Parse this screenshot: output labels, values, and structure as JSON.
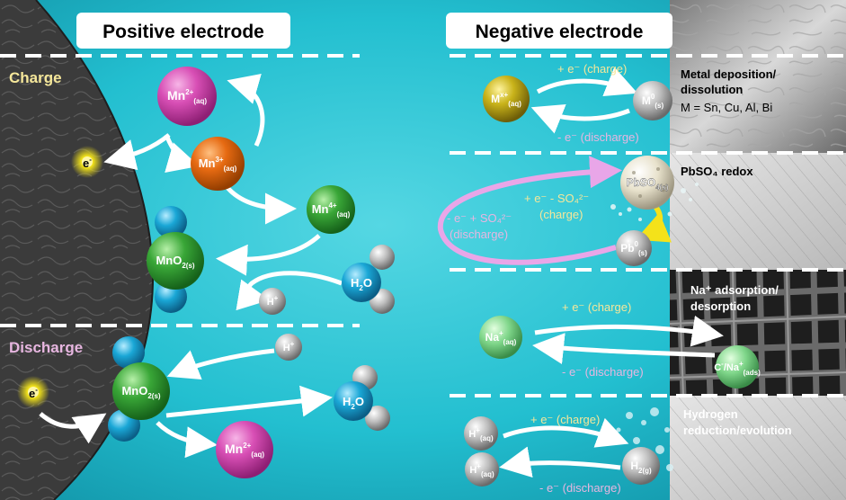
{
  "headers": {
    "positive": "Positive electrode",
    "negative": "Negative electrode"
  },
  "positive": {
    "charge_label": "Charge",
    "discharge_label": "Discharge",
    "electron": {
      "base": "e",
      "sup": "-"
    },
    "charge_species": {
      "mn2": {
        "base": "Mn",
        "sup": "2+",
        "sub": "(aq)"
      },
      "mn3": {
        "base": "Mn",
        "sup": "3+",
        "sub": "(aq)"
      },
      "mn4": {
        "base": "Mn",
        "sup": "4+",
        "sub": "(aq)"
      },
      "mno2": {
        "base": "MnO",
        "sub": "2(s)"
      },
      "h2o": {
        "base": "H",
        "sub": "2",
        "tail": "O"
      },
      "h": {
        "base": "H",
        "sup": "+"
      }
    },
    "discharge_species": {
      "mno2": {
        "base": "MnO",
        "sub": "2(s)"
      },
      "h": {
        "base": "H",
        "sup": "+"
      },
      "h2o": {
        "base": "H",
        "sub": "2",
        "tail": "O"
      },
      "mn2": {
        "base": "Mn",
        "sup": "2+",
        "sub": "(aq)"
      }
    }
  },
  "negative": {
    "metal": {
      "title_line1": "Metal deposition/",
      "title_line2": "dissolution",
      "subtitle": "M = Sn, Cu, Al, Bi",
      "charge": "+ e⁻ (charge)",
      "discharge": "- e⁻ (discharge)",
      "left_species": {
        "base": "M",
        "sup": "x+",
        "sub": "(aq)"
      },
      "right_species": {
        "base": "M",
        "sup": "0",
        "sub": "(s)"
      }
    },
    "pbso4": {
      "title": "PbSO₄ redox",
      "charge_line1": "+ e⁻ - SO₄²⁻",
      "charge_line2": "(charge)",
      "discharge_line1": "- e⁻ + SO₄²⁻",
      "discharge_line2": "(discharge)",
      "top_species": {
        "base": "PbSO",
        "sub": "4(s)"
      },
      "bottom_species": {
        "base": "Pb",
        "sup": "0",
        "sub": "(s)"
      }
    },
    "sodium": {
      "title_line1": "Na⁺ adsorption/",
      "title_line2": "desorption",
      "charge": "+ e⁻ (charge)",
      "discharge": "- e⁻ (discharge)",
      "left_species": {
        "base": "Na",
        "sup": "+",
        "sub": "(aq)"
      },
      "right_species": {
        "base": "C",
        "sup": "-",
        "tail": "/Na",
        "sup2": "+",
        "sub": "(ads)"
      }
    },
    "hydrogen": {
      "title_line1": "Hydrogen",
      "title_line2": "reduction/evolution",
      "charge": "+ e⁻ (charge)",
      "discharge": "- e⁻ (discharge)",
      "top_species": {
        "base": "H",
        "sup": "+",
        "sub": "(aq)"
      },
      "bottom_species": {
        "base": "H",
        "sup": "+",
        "sub": "(aq)"
      },
      "right_species": {
        "base": "H",
        "sub": "2(g)"
      }
    }
  },
  "colors": {
    "background": "#1bb5c9",
    "electrode_dark": "#3a3a3a",
    "mn2": "#d64fb3",
    "mn3": "#e06a12",
    "mn4": "#39a637",
    "mno2": "#39a637",
    "oxygen": "#1aa7d6",
    "hydrogen": "#b5b5b5",
    "metal_ion": "#c9b71a",
    "electron": "#f5e51a",
    "charge_text": "#f5e79a",
    "discharge_text": "#e7b6e0",
    "charge_arrow_pink": "#e9a6e8",
    "discharge_arrow_yellow": "#f4e21a"
  }
}
